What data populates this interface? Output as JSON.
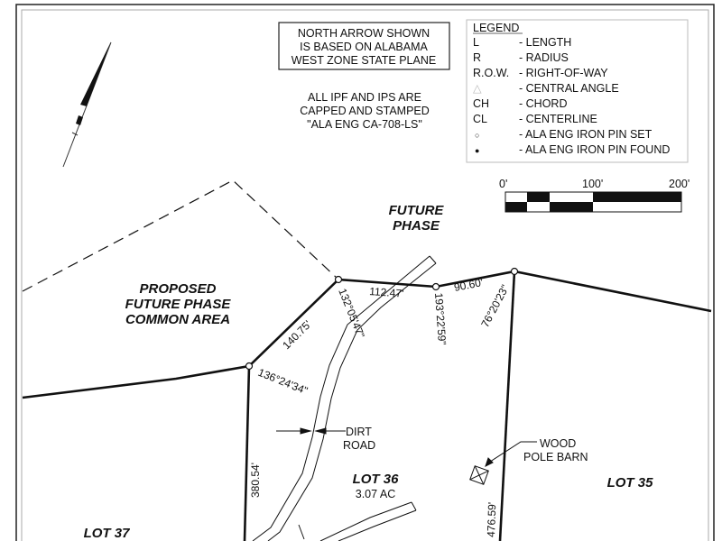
{
  "notes": {
    "north_arrow_note": [
      "NORTH ARROW SHOWN",
      "IS BASED ON ALABAMA",
      "WEST ZONE STATE PLANE"
    ],
    "pin_note": [
      "ALL IPF AND IPS ARE",
      "CAPPED AND STAMPED",
      "\"ALA ENG CA-708-LS\""
    ]
  },
  "legend": {
    "title": "LEGEND",
    "items": [
      {
        "symbol": "L",
        "label": "- LENGTH"
      },
      {
        "symbol": "R",
        "label": "- RADIUS"
      },
      {
        "symbol": "R.O.W.",
        "label": "- RIGHT-OF-WAY"
      },
      {
        "symbol": "△",
        "label": "- CENTRAL ANGLE"
      },
      {
        "symbol": "CH",
        "label": "- CHORD"
      },
      {
        "symbol": "CL",
        "label": "- CENTERLINE"
      },
      {
        "symbol": "○",
        "label": "- ALA ENG IRON PIN SET"
      },
      {
        "symbol": "●",
        "label": "- ALA ENG IRON PIN FOUND"
      }
    ]
  },
  "scale_bar": {
    "labels": [
      "0'",
      "100'",
      "200'"
    ]
  },
  "areas": {
    "future_phase": [
      "FUTURE",
      "PHASE"
    ],
    "common_area": [
      "PROPOSED",
      "FUTURE PHASE",
      "COMMON AREA"
    ],
    "lot36": {
      "name": "LOT 36",
      "acreage": "3.07 AC"
    },
    "lot35": "LOT 35",
    "lot37": "LOT 37"
  },
  "dimensions": {
    "d1": "112.47'",
    "d2": "90.60'",
    "d3": "140.75'",
    "d4": "380.54'",
    "d5": "476.59'",
    "a1": "132°05'47\"",
    "a2": "193°22'59\"",
    "a3": "76°20'23\"",
    "a4": "136°24'34\""
  },
  "labels": {
    "dirt_road": [
      "DIRT",
      "ROAD"
    ],
    "barn": [
      "WOOD",
      "POLE BARN"
    ]
  }
}
